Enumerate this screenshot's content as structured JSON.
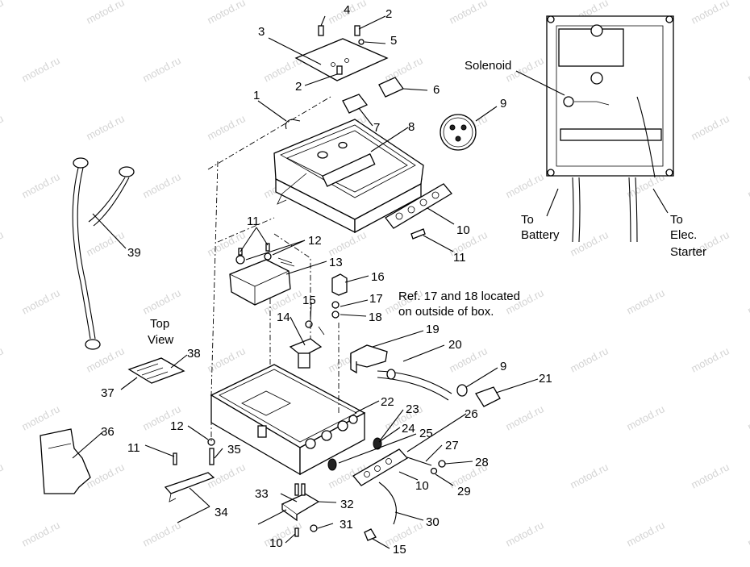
{
  "watermark": "motod.ru",
  "callouts": [
    "1",
    "2",
    "2",
    "3",
    "4",
    "5",
    "6",
    "7",
    "8",
    "9",
    "9",
    "10",
    "10",
    "10",
    "11",
    "11",
    "11",
    "12",
    "12",
    "13",
    "14",
    "15",
    "15",
    "16",
    "17",
    "18",
    "19",
    "20",
    "21",
    "22",
    "23",
    "24",
    "25",
    "26",
    "27",
    "28",
    "29",
    "30",
    "31",
    "32",
    "33",
    "34",
    "35",
    "36",
    "37",
    "38",
    "39"
  ],
  "labels": {
    "solenoid": "Solenoid",
    "to_battery_1": "To",
    "to_battery_2": "Battery",
    "to_starter_1": "To",
    "to_starter_2": "Elec.",
    "to_starter_3": "Starter",
    "note_1": "Ref. 17 and 18 located",
    "note_2": "on outside of box.",
    "top_view_1": "Top",
    "top_view_2": "View"
  }
}
